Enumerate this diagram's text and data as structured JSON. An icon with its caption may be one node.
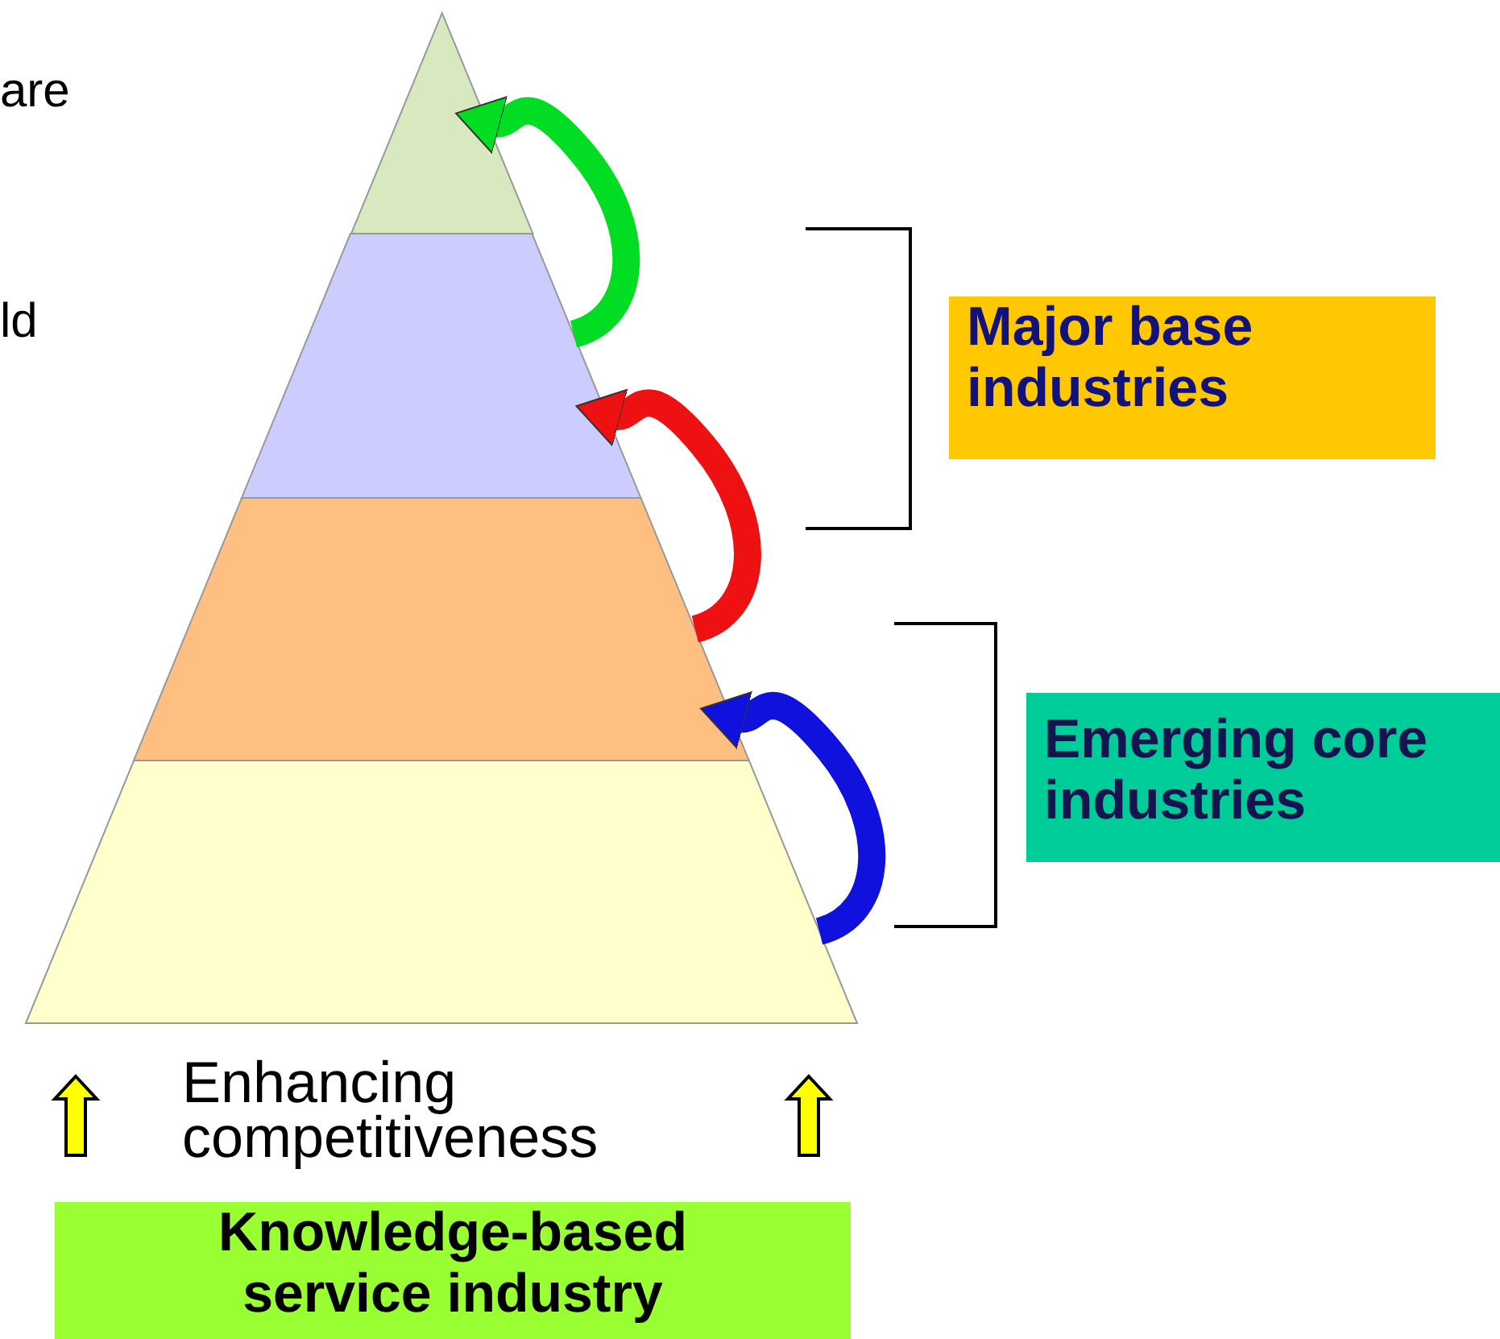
{
  "diagram": {
    "nodes": [
      {
        "text": [],
        "shape": "triangle"
      },
      {
        "text": [],
        "shape": "trapezoid"
      },
      {
        "text": [],
        "shape": "trapezoid"
      },
      {
        "text": [],
        "shape": "trapezoid"
      },
      {
        "text": [
          "Major base industries"
        ]
      },
      {
        "text": [
          "Emerging core industries"
        ]
      },
      {
        "text": [
          "Knowledge-based service industry"
        ]
      }
    ],
    "edges": [
      {
        "from": 1,
        "to": 0,
        "arrow": "to",
        "color": "#00dd22"
      },
      {
        "from": 2,
        "to": 1,
        "arrow": "to",
        "color": "#ee1111"
      },
      {
        "from": 3,
        "to": 2,
        "arrow": "to",
        "color": "#1111dd"
      }
    ],
    "labels": [
      "are",
      "ld",
      "Enhancing competitiveness"
    ]
  }
}
